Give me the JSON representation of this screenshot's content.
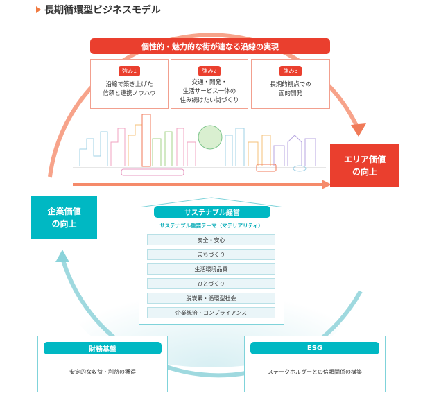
{
  "title": "長期循環型ビジネスモデル",
  "banner": "個性的・魅力的な街が連なる沿線の実現",
  "strengths": [
    {
      "badge": "強み1",
      "text": "沿線で築き上げた\n信頼と連携ノウハウ"
    },
    {
      "badge": "強み2",
      "text": "交通・開発・\n生活サービス一体の\n住み続けたい街づくり"
    },
    {
      "badge": "強み3",
      "text": "長期的視点での\n面的開発"
    }
  ],
  "area_value": "エリア価値\nの向上",
  "corporate_value": "企業価値\nの向上",
  "sustainable": {
    "heading": "サステナブル経営",
    "subheading": "サステナブル重要テーマ（マテリアリティ）",
    "items": [
      "安全・安心",
      "まちづくり",
      "生活環境品質",
      "ひとづくり",
      "脱炭素・循環型社会",
      "企業統治・コンプライアンス"
    ]
  },
  "foundations": [
    {
      "heading": "財務基盤",
      "text": "安定的な収益・利益の獲得"
    },
    {
      "heading": "ESG",
      "text": "ステークホルダーとの信頼関係の構築"
    }
  ],
  "colors": {
    "red": "#ea3f2e",
    "teal": "#00b8c3",
    "orange_arc": "#f7a38a",
    "teal_arc": "#9fd9df"
  }
}
